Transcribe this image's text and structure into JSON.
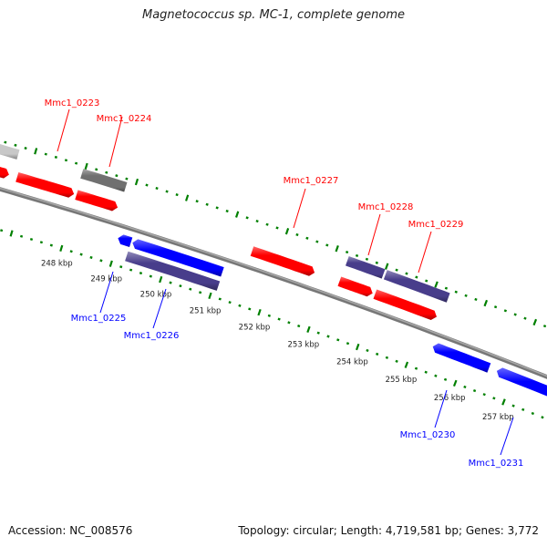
{
  "title": "Magnetococcus sp. MC-1, complete genome",
  "footer": {
    "accession": "Accession: NC_008576",
    "summary": "Topology: circular; Length: 4,719,581 bp; Genes: 3,772"
  },
  "colors": {
    "forward": "#ff0000",
    "reverse": "#0000ff",
    "feature": "#483d8b",
    "feature_gray": "#707070",
    "feature_light": "#c8c8c8",
    "backbone": "#888888",
    "ruler": "#008000",
    "label_forward": "#ff0000",
    "label_reverse": "#0000ff"
  },
  "ruler": {
    "unit": "kbp",
    "ticks": [
      {
        "value": 248,
        "label": "248 kbp"
      },
      {
        "value": 249,
        "label": "249 kbp"
      },
      {
        "value": 250,
        "label": "250 kbp"
      },
      {
        "value": 251,
        "label": "251 kbp"
      },
      {
        "value": 252,
        "label": "252 kbp"
      },
      {
        "value": 253,
        "label": "253 kbp"
      },
      {
        "value": 254,
        "label": "254 kbp"
      },
      {
        "value": 255,
        "label": "255 kbp"
      },
      {
        "value": 256,
        "label": "256 kbp"
      },
      {
        "value": 257,
        "label": "257 kbp"
      }
    ]
  },
  "features": [
    {
      "start": 245.5,
      "end": 246.7,
      "track": "outer",
      "color": "feature_light",
      "strand": "none"
    },
    {
      "start": 246.0,
      "end": 246.64,
      "track": "forward",
      "color": "forward",
      "strand": "+"
    },
    {
      "start": 246.8,
      "end": 247.93,
      "track": "forward",
      "color": "forward",
      "strand": "+"
    },
    {
      "start": 247.96,
      "end": 248.83,
      "track": "outer",
      "color": "feature_gray",
      "strand": "none"
    },
    {
      "start": 247.98,
      "end": 248.8,
      "track": "forward",
      "color": "forward",
      "strand": "+"
    },
    {
      "start": 248.98,
      "end": 249.24,
      "track": "reverse",
      "color": "reverse",
      "strand": "-"
    },
    {
      "start": 249.27,
      "end": 251.08,
      "track": "reverse",
      "color": "reverse",
      "strand": "-"
    },
    {
      "start": 249.24,
      "end": 251.09,
      "track": "inner",
      "color": "feature",
      "strand": "none"
    },
    {
      "start": 251.49,
      "end": 252.75,
      "track": "forward",
      "color": "forward",
      "strand": "+"
    },
    {
      "start": 253.26,
      "end": 253.99,
      "track": "outer",
      "color": "feature",
      "strand": "none"
    },
    {
      "start": 254.03,
      "end": 255.3,
      "track": "outer",
      "color": "feature",
      "strand": "none"
    },
    {
      "start": 253.25,
      "end": 253.92,
      "track": "forward",
      "color": "forward",
      "strand": "+"
    },
    {
      "start": 253.97,
      "end": 255.22,
      "track": "forward",
      "color": "forward",
      "strand": "+"
    },
    {
      "start": 255.35,
      "end": 256.5,
      "track": "reverse",
      "color": "reverse",
      "strand": "-"
    },
    {
      "start": 256.66,
      "end": 258.6,
      "track": "reverse",
      "color": "reverse",
      "strand": "-"
    }
  ],
  "gene_labels": [
    {
      "text": "Mmc1_0223",
      "strand": "+"
    },
    {
      "text": "Mmc1_0224",
      "strand": "+"
    },
    {
      "text": "Mmc1_0225",
      "strand": "-"
    },
    {
      "text": "Mmc1_0226",
      "strand": "-"
    },
    {
      "text": "Mmc1_0227",
      "strand": "+"
    },
    {
      "text": "Mmc1_0228",
      "strand": "+"
    },
    {
      "text": "Mmc1_0229",
      "strand": "+"
    },
    {
      "text": "Mmc1_0230",
      "strand": "-"
    },
    {
      "text": "Mmc1_0231",
      "strand": "-"
    }
  ]
}
